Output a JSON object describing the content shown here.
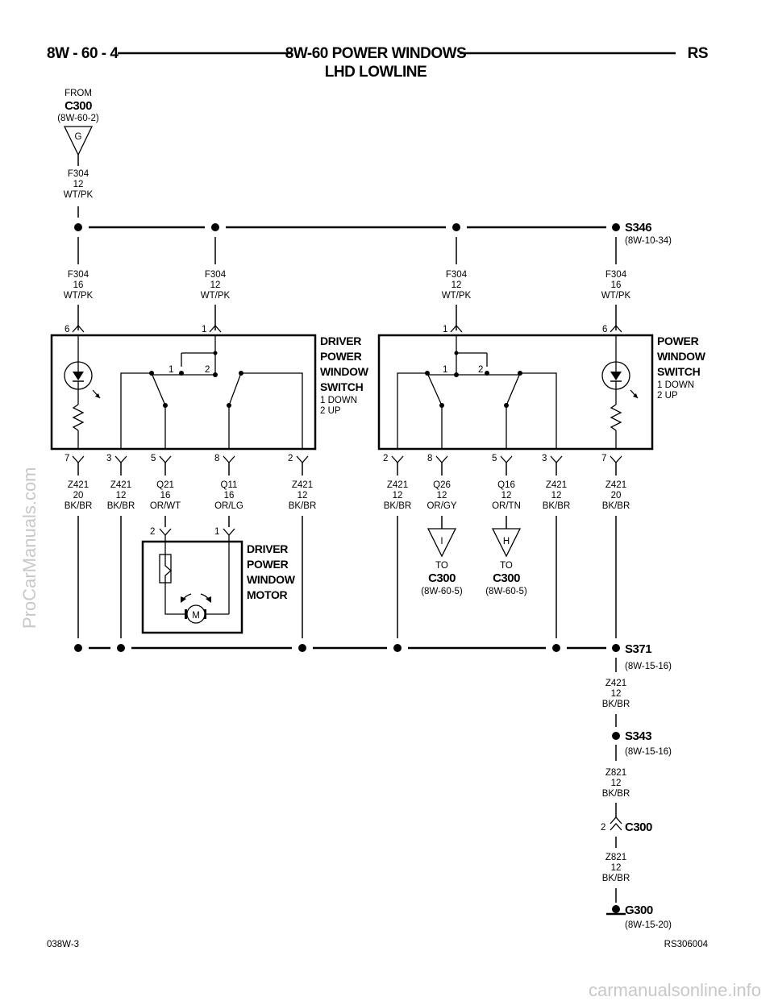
{
  "header": {
    "page": "8W - 60 - 4",
    "title": "8W-60 POWER WINDOWS",
    "subtitle": "LHD LOWLINE",
    "model": "RS"
  },
  "from_source": {
    "from_label": "FROM",
    "connector": "C300",
    "ref": "(8W-60-2)",
    "cavity": "G",
    "wire": [
      "F304",
      "12",
      "WT/PK"
    ]
  },
  "splice_s346": {
    "name": "S346",
    "ref": "(8W-10-34)"
  },
  "feed_wires": [
    [
      "F304",
      "16",
      "WT/PK"
    ],
    [
      "F304",
      "12",
      "WT/PK"
    ],
    [
      "F304",
      "12",
      "WT/PK"
    ],
    [
      "F304",
      "16",
      "WT/PK"
    ]
  ],
  "driver_switch": {
    "title_lines": [
      "DRIVER",
      "POWER",
      "WINDOW",
      "SWITCH"
    ],
    "notes": [
      "1 DOWN",
      "2 UP"
    ],
    "top_pins": [
      "6",
      "1"
    ],
    "contact_labels": [
      "1",
      "2"
    ],
    "bottom_pins": [
      "7",
      "3",
      "5",
      "8",
      "2"
    ],
    "wires": [
      [
        "Z421",
        "20",
        "BK/BR"
      ],
      [
        "Z421",
        "12",
        "BK/BR"
      ],
      [
        "Q21",
        "16",
        "OR/WT"
      ],
      [
        "Q11",
        "16",
        "OR/LG"
      ],
      [
        "Z421",
        "12",
        "BK/BR"
      ]
    ]
  },
  "passenger_switch": {
    "title_lines": [
      "POWER",
      "WINDOW",
      "SWITCH"
    ],
    "notes": [
      "1 DOWN",
      "2 UP"
    ],
    "top_pins": [
      "1",
      "6"
    ],
    "contact_labels": [
      "1",
      "2"
    ],
    "bottom_pins": [
      "2",
      "8",
      "5",
      "3",
      "7"
    ],
    "wires": [
      [
        "Z421",
        "12",
        "BK/BR"
      ],
      [
        "Q26",
        "12",
        "OR/GY"
      ],
      [
        "Q16",
        "12",
        "OR/TN"
      ],
      [
        "Z421",
        "12",
        "BK/BR"
      ],
      [
        "Z421",
        "20",
        "BK/BR"
      ]
    ]
  },
  "motor": {
    "title_lines": [
      "DRIVER",
      "POWER",
      "WINDOW",
      "MOTOR"
    ],
    "pins": [
      "2",
      "1"
    ],
    "symbol": "M"
  },
  "to_c300": [
    {
      "cavity": "I",
      "to_label": "TO",
      "connector": "C300",
      "ref": "(8W-60-5)"
    },
    {
      "cavity": "H",
      "to_label": "TO",
      "connector": "C300",
      "ref": "(8W-60-5)"
    }
  ],
  "splice_s371": {
    "name": "S371",
    "ref": "(8W-15-16)"
  },
  "wire_s371_s343": [
    "Z421",
    "12",
    "BK/BR"
  ],
  "splice_s343": {
    "name": "S343",
    "ref": "(8W-15-16)"
  },
  "wire_s343_c300": [
    "Z821",
    "12",
    "BK/BR"
  ],
  "c300_inline": {
    "pin": "2",
    "name": "C300"
  },
  "wire_c300_g300": [
    "Z821",
    "12",
    "BK/BR"
  ],
  "ground_g300": {
    "name": "G300",
    "ref": "(8W-15-20)"
  },
  "footer": {
    "left": "038W-3",
    "right": "RS306004"
  },
  "watermarks": {
    "side": "ProCarManuals.com",
    "bottom": "carmanualsonline.info"
  }
}
